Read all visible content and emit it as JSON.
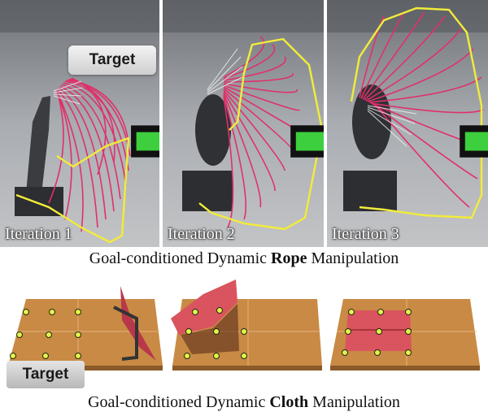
{
  "rope_panels": [
    {
      "label": "Iteration 1",
      "target_label": "Target"
    },
    {
      "label": "Iteration 2"
    },
    {
      "label": "Iteration 3"
    }
  ],
  "rope_caption": {
    "prefix": "Goal-conditioned Dynamic ",
    "bold": "Rope",
    "suffix": " Manipulation"
  },
  "cloth_target_label": "Target",
  "cloth_caption": {
    "prefix": "Goal-conditioned Dynamic ",
    "bold": "Cloth",
    "suffix": " Manipulation"
  },
  "colors": {
    "rope": "#e0306a",
    "trajectory": "#f2ec3a",
    "goal_marker": "#3dcf3d",
    "table": "#c98a45",
    "cloth": "#d9545e"
  },
  "icons": [
    "plus-icon",
    "goal-point-icon"
  ]
}
